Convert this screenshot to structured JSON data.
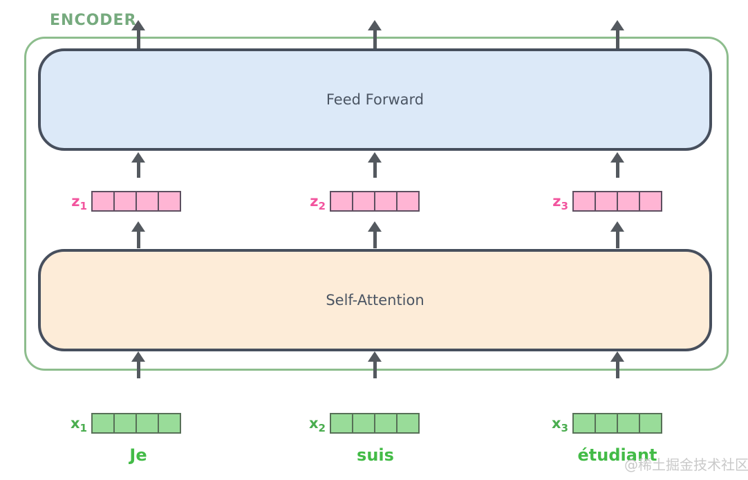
{
  "encoder": {
    "title": "ENCODER",
    "feed_forward_label": "Feed Forward",
    "self_attention_label": "Self-Attention"
  },
  "vectors": {
    "z": [
      {
        "name": "z",
        "sub": "1",
        "cells": 4
      },
      {
        "name": "z",
        "sub": "2",
        "cells": 4
      },
      {
        "name": "z",
        "sub": "3",
        "cells": 4
      }
    ],
    "x": [
      {
        "name": "x",
        "sub": "1",
        "cells": 4
      },
      {
        "name": "x",
        "sub": "2",
        "cells": 4
      },
      {
        "name": "x",
        "sub": "3",
        "cells": 4
      }
    ]
  },
  "words": {
    "w1": "Je",
    "w2": "suis",
    "w3": "étudiant"
  },
  "watermark": "@稀土掘金技术社区",
  "colors": {
    "outer_border_green": "#8dbd8d",
    "encoder_text_green": "#76aa7e",
    "block_border": "#474f5d",
    "block_text": "#4b5563",
    "feed_forward_fill": "#dce9f8",
    "self_attention_fill": "#fdecd8",
    "z_cell_fill": "#ffb5d4",
    "z_label": "#f2549e",
    "x_cell_fill": "#99dc99",
    "x_label": "#4aad4f",
    "word_green": "#43bb47",
    "arrow": "#54595f",
    "watermark": "#c9c9c9"
  }
}
